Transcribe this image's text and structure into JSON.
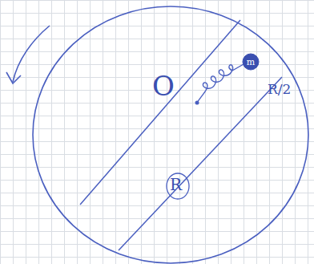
{
  "diagram": {
    "labels": [
      "O",
      "m",
      "R/2",
      "R"
    ]
  }
}
